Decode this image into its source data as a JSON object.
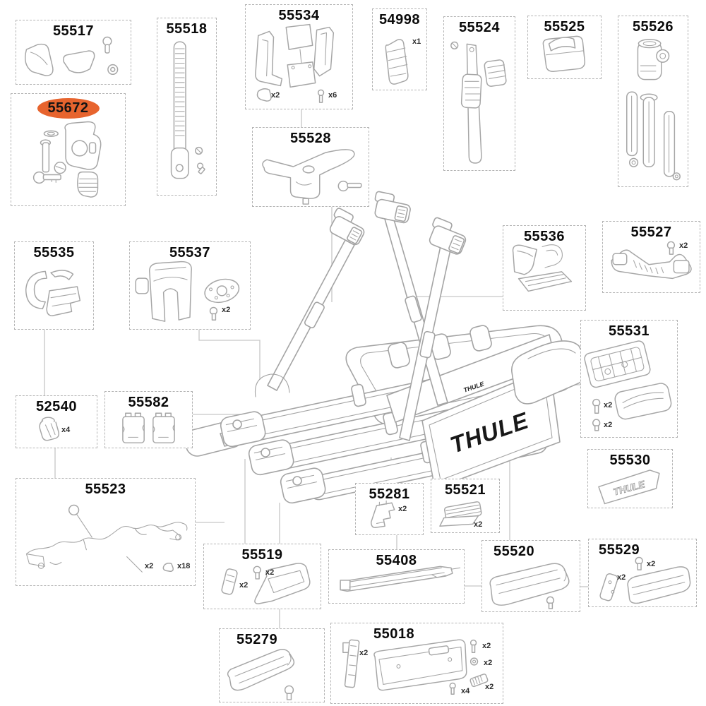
{
  "diagram_type": "spare-parts-exploded-diagram",
  "highlight": {
    "color": "#e7642e"
  },
  "logo": {
    "plate_large": "THULE",
    "plate_small": "THULE",
    "badge": "THULE"
  },
  "parts": {
    "p55517": {
      "id": "55517"
    },
    "p55672": {
      "id": "55672",
      "highlighted": true
    },
    "p55518": {
      "id": "55518"
    },
    "p55534": {
      "id": "55534",
      "qty_clip": "x2",
      "qty_screw": "x6"
    },
    "p54998": {
      "id": "54998",
      "qty": "x1"
    },
    "p55524": {
      "id": "55524"
    },
    "p55525": {
      "id": "55525"
    },
    "p55526": {
      "id": "55526"
    },
    "p55528": {
      "id": "55528"
    },
    "p55535": {
      "id": "55535"
    },
    "p55537": {
      "id": "55537",
      "qty_screw": "x2"
    },
    "p55536": {
      "id": "55536"
    },
    "p55527": {
      "id": "55527",
      "qty_screw": "x2"
    },
    "p55531": {
      "id": "55531",
      "qty_screw1": "x2",
      "qty_screw2": "x2"
    },
    "p52540": {
      "id": "52540",
      "qty": "x4"
    },
    "p55582": {
      "id": "55582"
    },
    "p55523": {
      "id": "55523",
      "qty_rod": "x2",
      "qty_clip": "x18"
    },
    "p55281": {
      "id": "55281",
      "qty": "x2"
    },
    "p55521": {
      "id": "55521",
      "qty": "x2"
    },
    "p55519": {
      "id": "55519",
      "qty_screw": "x2",
      "qty_pad": "x2"
    },
    "p55408": {
      "id": "55408"
    },
    "p55530": {
      "id": "55530"
    },
    "p55520": {
      "id": "55520"
    },
    "p55529": {
      "id": "55529",
      "qty_screw": "x2",
      "qty_pad": "x2"
    },
    "p55279": {
      "id": "55279"
    },
    "p55018": {
      "id": "55018",
      "qty_bracket": "x2",
      "qty_screw": "x2",
      "qty_nut": "x2",
      "qty_clip": "x2",
      "qty_screw2": "x4"
    }
  }
}
